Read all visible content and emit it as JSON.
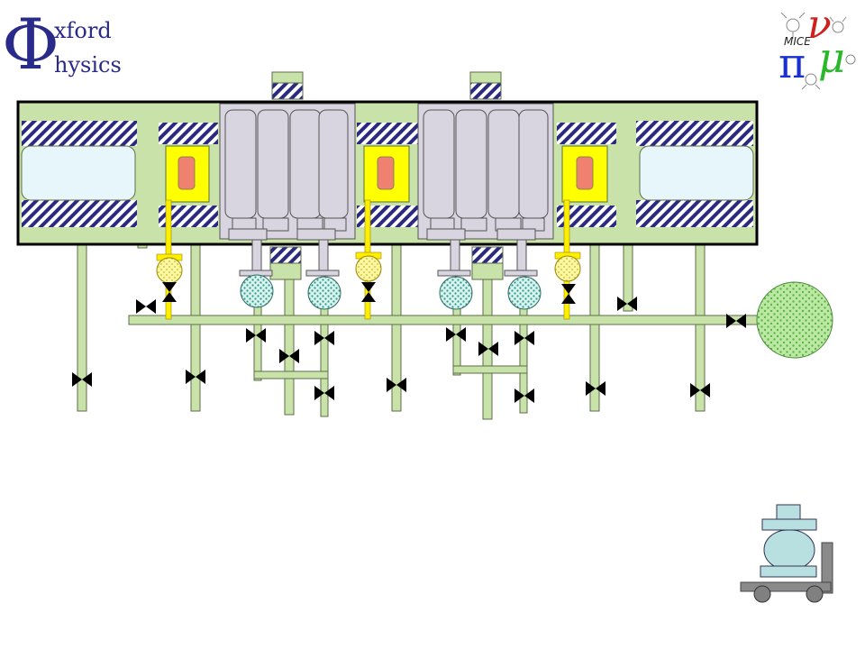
{
  "logo_left": {
    "initial": "Φ",
    "line1": "xford",
    "line2": "hysics",
    "color": "#2a2a8a"
  },
  "logo_right": {
    "label": "MICE",
    "pi": "π",
    "nu": "ν",
    "mu": "μ",
    "colors": {
      "pi": "#1a2fd0",
      "nu": "#d0201a",
      "mu": "#2ab82a"
    }
  },
  "colors": {
    "pipe": "#c9e2aa",
    "pipe_stroke": "#5a6e46",
    "vessel": "#c9e2aa",
    "module_body": "#d8d4e0",
    "magnet_yellow": "#ffff00",
    "coil_red": "#f08070",
    "window_blue": "#e6f6fb",
    "hatch": "#2a2a80",
    "gas_pipe": "#ffee00",
    "tank_green": "#a6e08a",
    "dewar_blue": "#b8e0e0",
    "valve": "#000000"
  }
}
